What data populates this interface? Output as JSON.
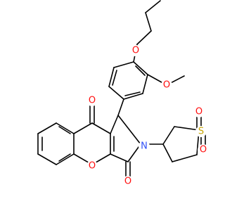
{
  "molecule": {
    "atom_labels": {
      "o_ketone": "O",
      "o_lactam": "O",
      "o_ring": "O",
      "n_amide": "N",
      "s_sulfone": "S",
      "o_sulfone_1": "O",
      "o_sulfone_2": "O",
      "o_propoxy": "O",
      "o_methoxy": "O"
    },
    "colors": {
      "bond": "#000000",
      "oxygen": "#ff0d0d",
      "nitrogen": "#3050f8",
      "sulfur": "#c8a400"
    }
  }
}
